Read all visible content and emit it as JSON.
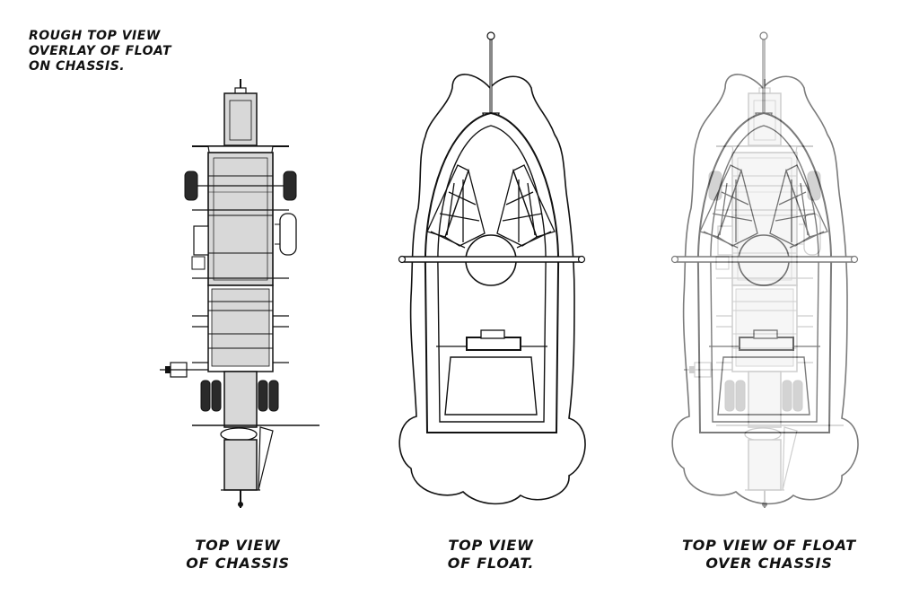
{
  "note": {
    "line1": "ROUGH TOP VIEW",
    "line2": "OVERLAY OF FLOAT",
    "line3": "ON CHASSIS."
  },
  "captions": {
    "chassis": {
      "line1": "TOP VIEW",
      "line2": "OF CHASSIS"
    },
    "float": {
      "line1": "TOP VIEW",
      "line2": "OF FLOAT."
    },
    "overlay": {
      "line1": "TOP VIEW OF FLOAT",
      "line2": "OVER CHASSIS"
    }
  },
  "colors": {
    "line": "#111111",
    "fill": "#d8d8d8",
    "tire": "#2a2a2a",
    "ghost": "#8a8a8a"
  }
}
